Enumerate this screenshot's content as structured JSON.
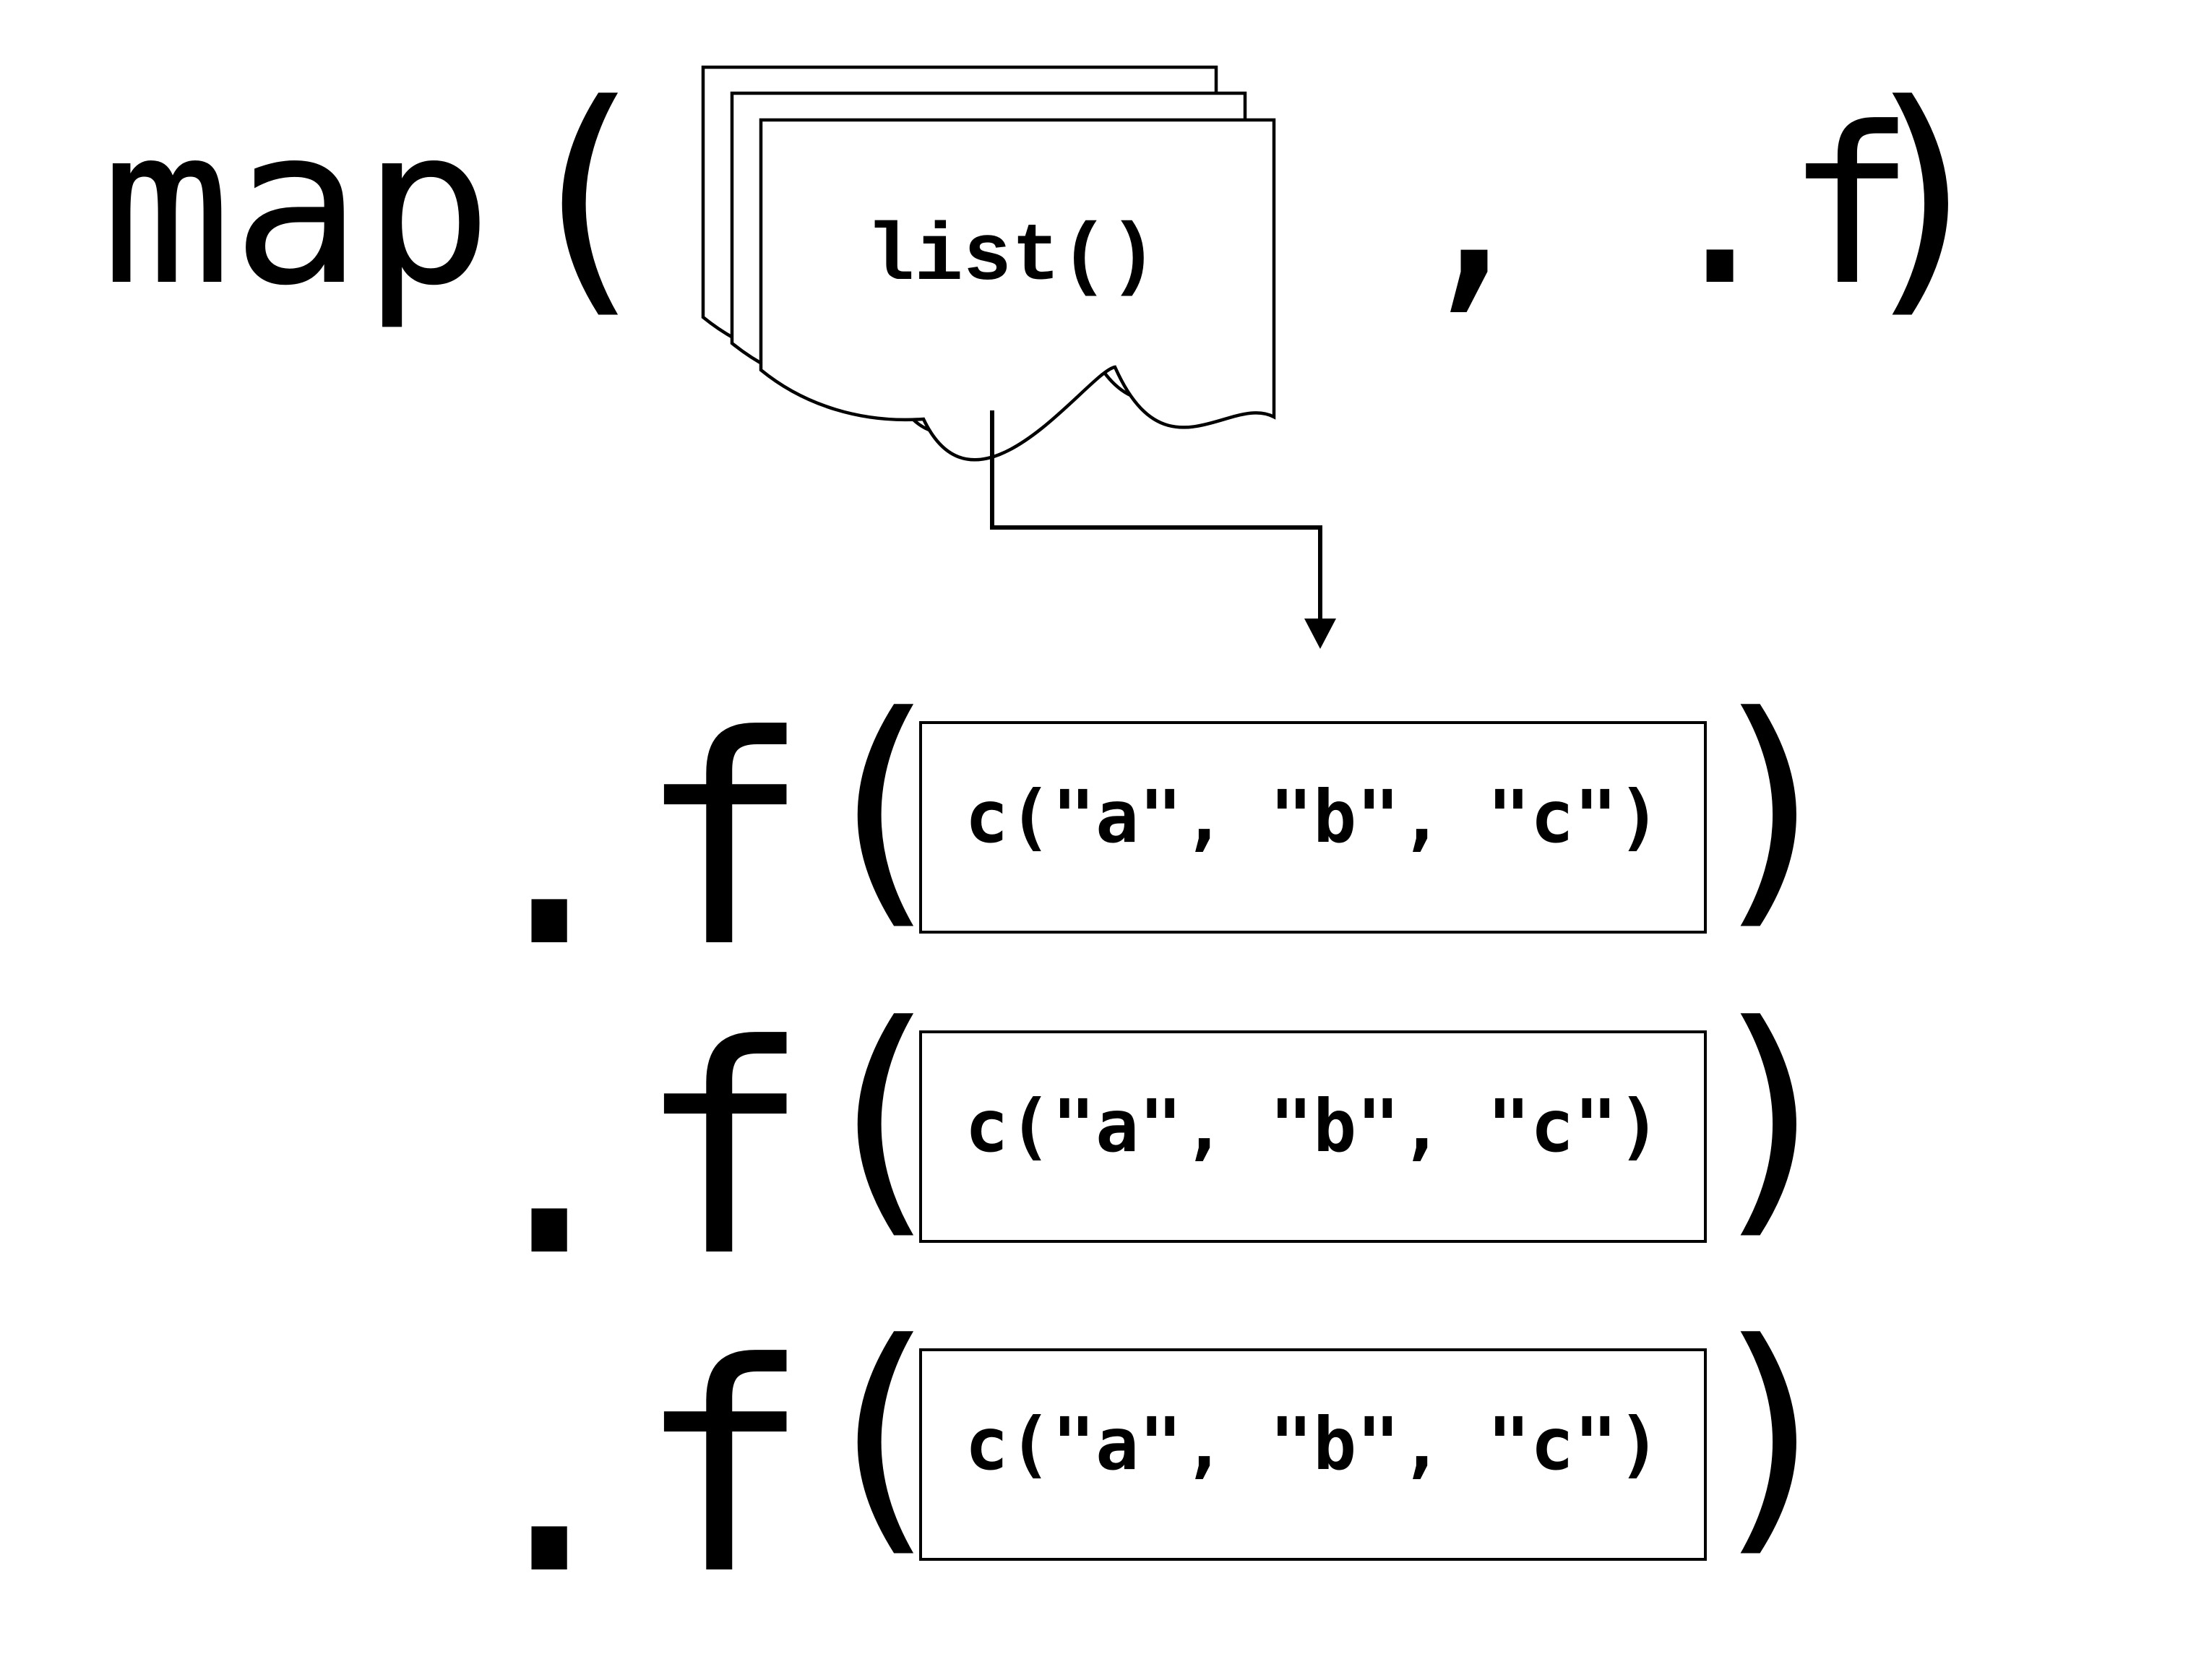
{
  "background": "#ffffff",
  "ink": "#000000",
  "top_expression": {
    "function_name": "map",
    "open_paren": "(",
    "comma": ",",
    "function_arg": ".f",
    "close_paren": ")"
  },
  "list_stack": {
    "page_label": "list()",
    "page_count": 3
  },
  "mapped_calls": [
    {
      "function_name": ".f",
      "open_paren": "(",
      "argument": "c(\"a\", \"b\", \"c\")",
      "close_paren": ")"
    },
    {
      "function_name": ".f",
      "open_paren": "(",
      "argument": "c(\"a\", \"b\", \"c\")",
      "close_paren": ")"
    },
    {
      "function_name": ".f",
      "open_paren": "(",
      "argument": "c(\"a\", \"b\", \"c\")",
      "close_paren": ")"
    }
  ]
}
